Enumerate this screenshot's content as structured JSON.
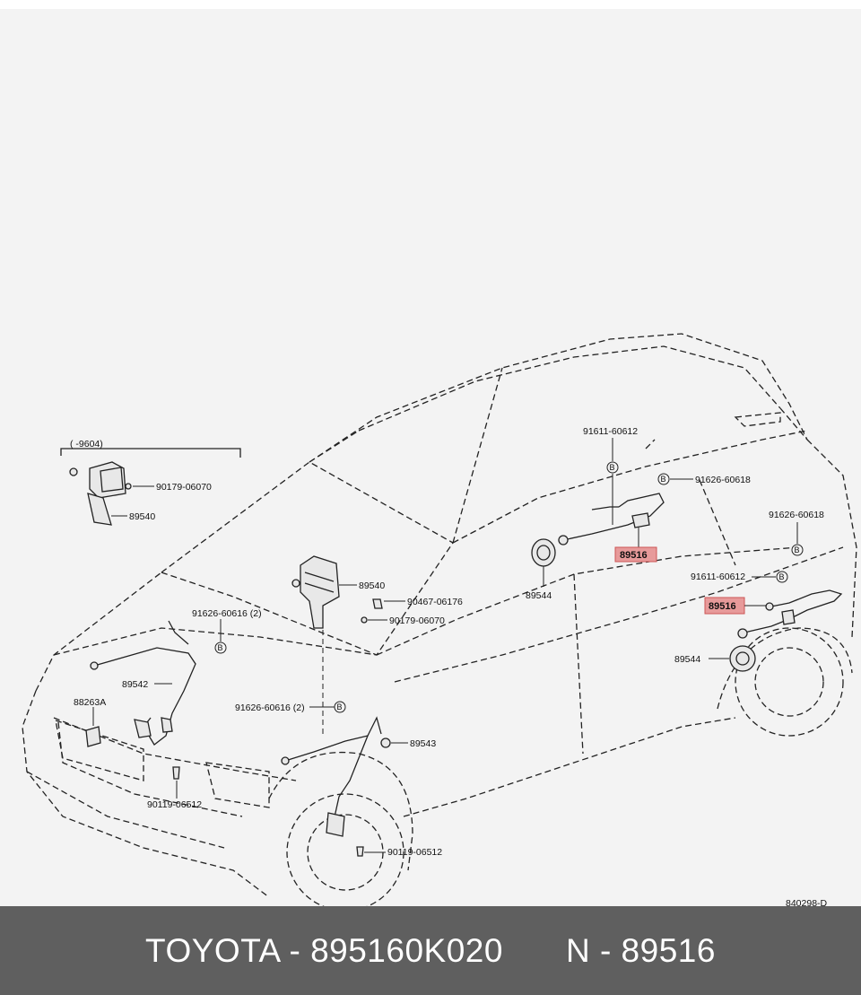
{
  "diagram": {
    "drawing_code": "840298-D",
    "range_note": "(    -9604)",
    "labels": {
      "p89540_a": "89540",
      "p90179_a": "90179-06070",
      "p89540_b": "89540",
      "p90467": "90467-06176",
      "p90179_b": "90179-06070",
      "p91626_l1": "91626-60616 (2)",
      "p91626_l2": "91626-60616 (2)",
      "p89542": "89542",
      "p88263a": "88263A",
      "p90119_a": "90119-06512",
      "p89543": "89543",
      "p90119_b": "90119-06512",
      "p91611_a": "91611-60612",
      "p91626_r1": "91626-60618",
      "p89516_a": "89516",
      "p89544_a": "89544",
      "p91626_r2": "91626-60618",
      "p91611_b": "91611-60612",
      "p89516_b": "89516",
      "p89544_b": "89544",
      "b": "B"
    },
    "highlight_color": "#e79a9a"
  },
  "caption": {
    "brand_part": "TOYOTA - 895160K020",
    "ref": "N - 89516"
  }
}
